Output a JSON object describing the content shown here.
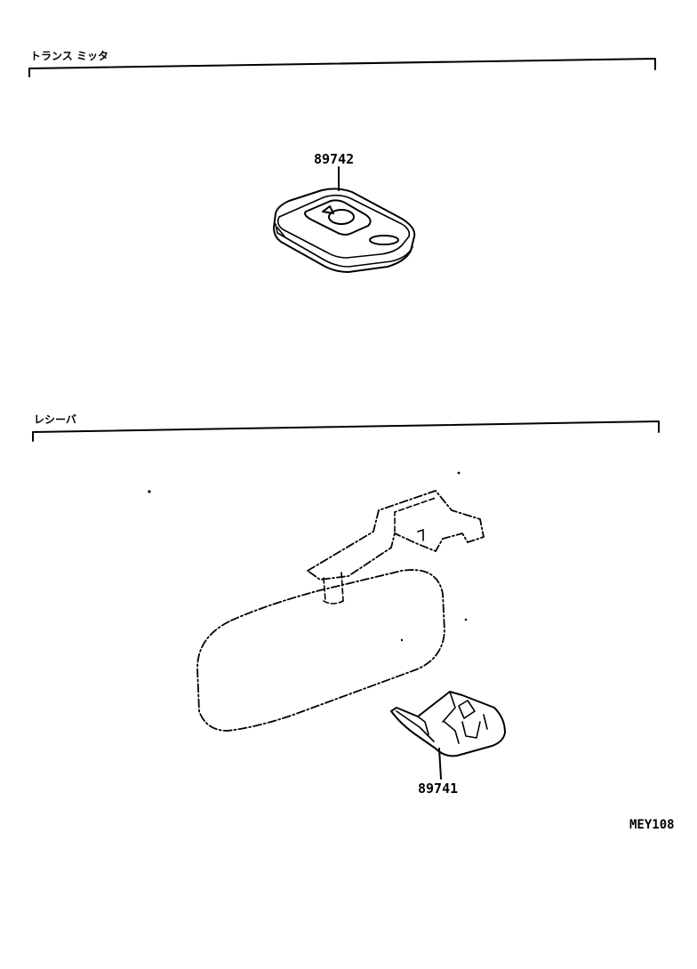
{
  "sections": {
    "transmitter": {
      "title": "トランス ミッタ"
    },
    "receiver": {
      "title": "レシーバ"
    }
  },
  "parts": {
    "transmitter_part": "89742",
    "receiver_part": "89741"
  },
  "figure_code": "MEY108"
}
